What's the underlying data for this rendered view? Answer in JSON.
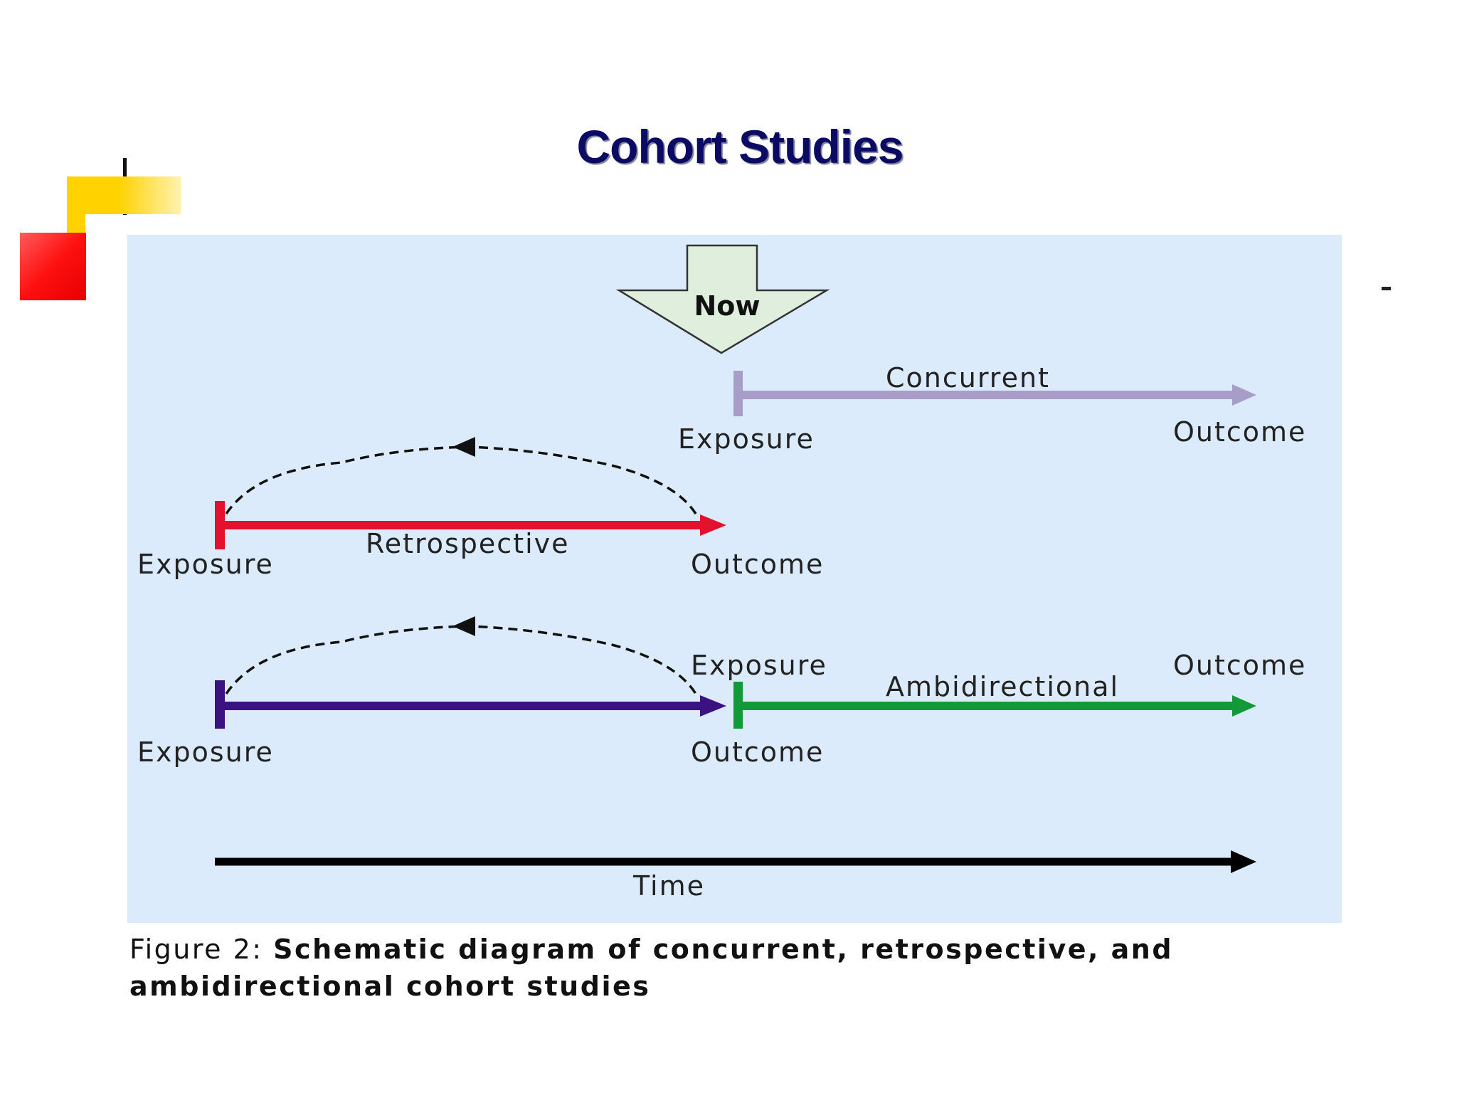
{
  "slide": {
    "title": "Cohort Studies"
  },
  "diagram": {
    "now_label": "Now",
    "concurrent": {
      "name": "Concurrent",
      "start_label": "Exposure",
      "end_label": "Outcome",
      "color": "#a89cc8"
    },
    "retrospective": {
      "name": "Retrospective",
      "start_label": "Exposure",
      "end_label": "Outcome",
      "color": "#e3102e"
    },
    "ambidirectional": {
      "name": "Ambidirectional",
      "left_start_label": "Exposure",
      "left_end_label": "Outcome",
      "right_start_label": "Exposure",
      "right_end_label": "Outcome",
      "left_color": "#3a1380",
      "right_color": "#129a3a"
    },
    "time_label": "Time"
  },
  "caption": {
    "prefix": "Figure 2: ",
    "text": "Schematic diagram of concurrent, retrospective, and ambidirectional cohort studies"
  }
}
